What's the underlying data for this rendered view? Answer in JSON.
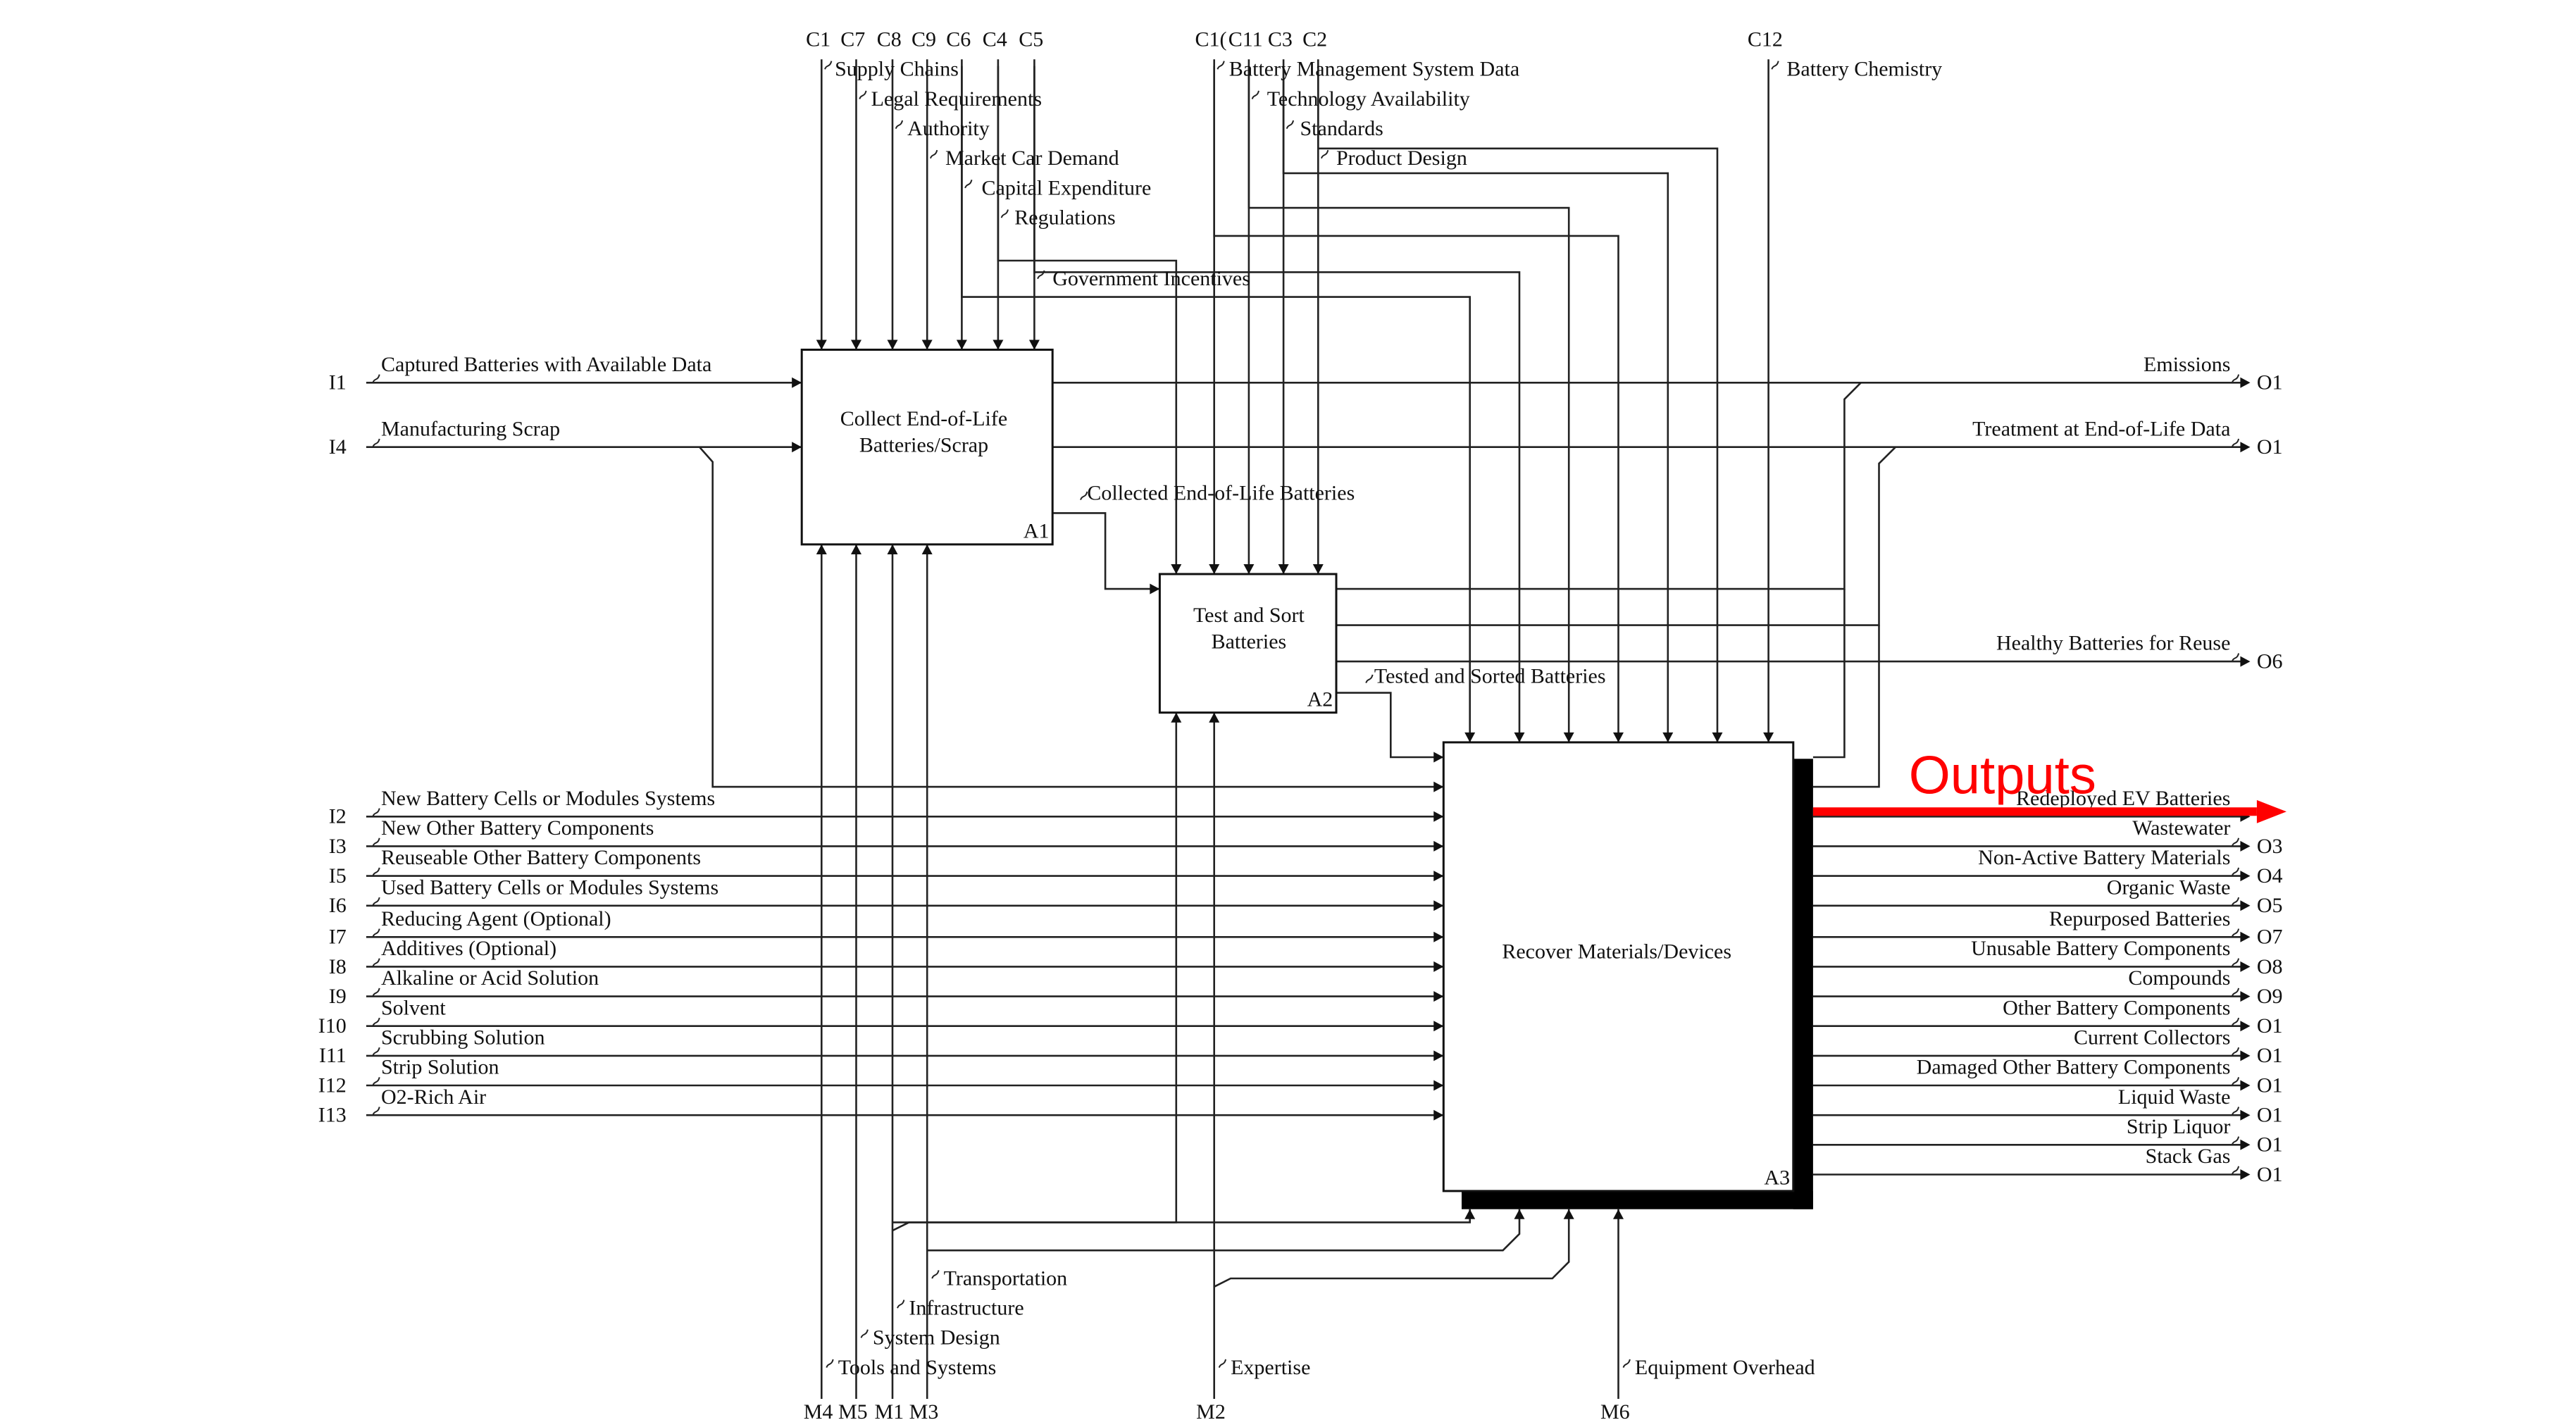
{
  "annotation": {
    "label": "Outputs",
    "color": "#ff0000"
  },
  "boxes": {
    "a1": {
      "lines": [
        "Collect End-of-Life",
        "Batteries/Scrap"
      ],
      "id": "A1"
    },
    "a2": {
      "lines": [
        "Test and Sort",
        "Batteries"
      ],
      "id": "A2"
    },
    "a3": {
      "lines": [
        "Recover Materials/Devices"
      ],
      "id": "A3"
    }
  },
  "controls": {
    "c1": {
      "code": "C1",
      "label": "Supply Chains"
    },
    "c7": {
      "code": "C7",
      "label": "Legal Requirements"
    },
    "c8": {
      "code": "C8",
      "label": "Authority"
    },
    "c9": {
      "code": "C9",
      "label": "Market Car Demand"
    },
    "c6": {
      "code": "C6",
      "label": "Capital Expenditure"
    },
    "c4": {
      "code": "C4",
      "label": "Regulations"
    },
    "c5": {
      "code": "C5",
      "label": "Government Incentives"
    },
    "c10": {
      "code": "C1(",
      "label": "Battery Management System Data"
    },
    "c11": {
      "code": "C11",
      "label": "Technology Availability"
    },
    "c3": {
      "code": "C3",
      "label": "Standards"
    },
    "c2": {
      "code": "C2",
      "label": "Product Design"
    },
    "c12": {
      "code": "C12",
      "label": "Battery Chemistry"
    }
  },
  "inputs": {
    "i1": {
      "code": "I1",
      "label": "Captured Batteries with Available Data"
    },
    "i4": {
      "code": "I4",
      "label": "Manufacturing Scrap"
    },
    "i2": {
      "code": "I2",
      "label": "New Battery Cells or Modules Systems"
    },
    "i3": {
      "code": "I3",
      "label": "New Other Battery Components"
    },
    "i5": {
      "code": "I5",
      "label": "Reuseable Other Battery Components"
    },
    "i6": {
      "code": "I6",
      "label": "Used Battery Cells or Modules Systems"
    },
    "i7": {
      "code": "I7",
      "label": "Reducing Agent (Optional)"
    },
    "i8": {
      "code": "I8",
      "label": "Additives (Optional)"
    },
    "i9": {
      "code": "I9",
      "label": "Alkaline or Acid Solution"
    },
    "i10": {
      "code": "I10",
      "label": "Solvent"
    },
    "i11": {
      "code": "I11",
      "label": "Scrubbing Solution"
    },
    "i12": {
      "code": "I12",
      "label": "Strip Solution"
    },
    "i13": {
      "code": "I13",
      "label": "O2-Rich Air"
    }
  },
  "internal_flows": {
    "collected": "Collected End-of-Life Batteries",
    "tested": "Tested and Sorted Batteries"
  },
  "outputs": {
    "emissions": {
      "code": "O1",
      "label": "Emissions"
    },
    "treatment": {
      "code": "O1",
      "label": "Treatment at End-of-Life Data"
    },
    "healthy": {
      "code": "O6",
      "label": "Healthy Batteries for Reuse"
    },
    "redeployed": {
      "code": "",
      "label": "Redeployed EV Batteries"
    },
    "wastewater": {
      "code": "O3",
      "label": "Wastewater"
    },
    "non_active": {
      "code": "O4",
      "label": "Non-Active Battery Materials"
    },
    "organic": {
      "code": "O5",
      "label": "Organic Waste"
    },
    "repurposed": {
      "code": "O7",
      "label": "Repurposed Batteries"
    },
    "unusable": {
      "code": "O8",
      "label": "Unusable Battery Components"
    },
    "compounds": {
      "code": "O9",
      "label": "Compounds"
    },
    "other_components": {
      "code": "O1",
      "label": "Other Battery Components"
    },
    "current_collectors": {
      "code": "O1",
      "label": "Current Collectors"
    },
    "damaged": {
      "code": "O1",
      "label": "Damaged Other Battery Components"
    },
    "liquid": {
      "code": "O1",
      "label": "Liquid Waste"
    },
    "strip_liquor": {
      "code": "O1",
      "label": "Strip Liquor"
    },
    "stack_gas": {
      "code": "O1",
      "label": "Stack Gas"
    }
  },
  "mechanisms": {
    "m4": {
      "code": "M4",
      "label": "Tools and Systems"
    },
    "m5": {
      "code": "M5",
      "label": "System Design"
    },
    "m1": {
      "code": "M1",
      "label": "Infrastructure"
    },
    "m3": {
      "code": "M3",
      "label": "Transportation"
    },
    "m2": {
      "code": "M2",
      "label": "Expertise"
    },
    "m6": {
      "code": "M6",
      "label": "Equipment Overhead"
    }
  }
}
